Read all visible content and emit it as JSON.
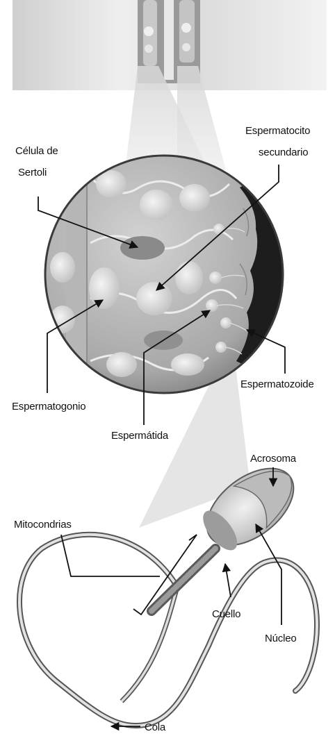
{
  "labels": {
    "sertoli_1": "Célula de",
    "sertoli_2": "Sertoli",
    "secundario_1": "Espermatocito",
    "secundario_2": "secundario",
    "espermatogonio": "Espermatogonio",
    "espermatozoide": "Espermatozoide",
    "espermatida": "Espermátida",
    "acrosoma": "Acrosoma",
    "mitocondrias": "Mitocondrias",
    "cuello": "Cuello",
    "nucleo": "Núcleo",
    "cola": "Cola"
  },
  "colors": {
    "ink": "#111111",
    "line": "#1a1a1a",
    "cell": "#cfcfcf",
    "tissue": "#a9a9a9",
    "dark_lumen": "#1d1d1d"
  }
}
